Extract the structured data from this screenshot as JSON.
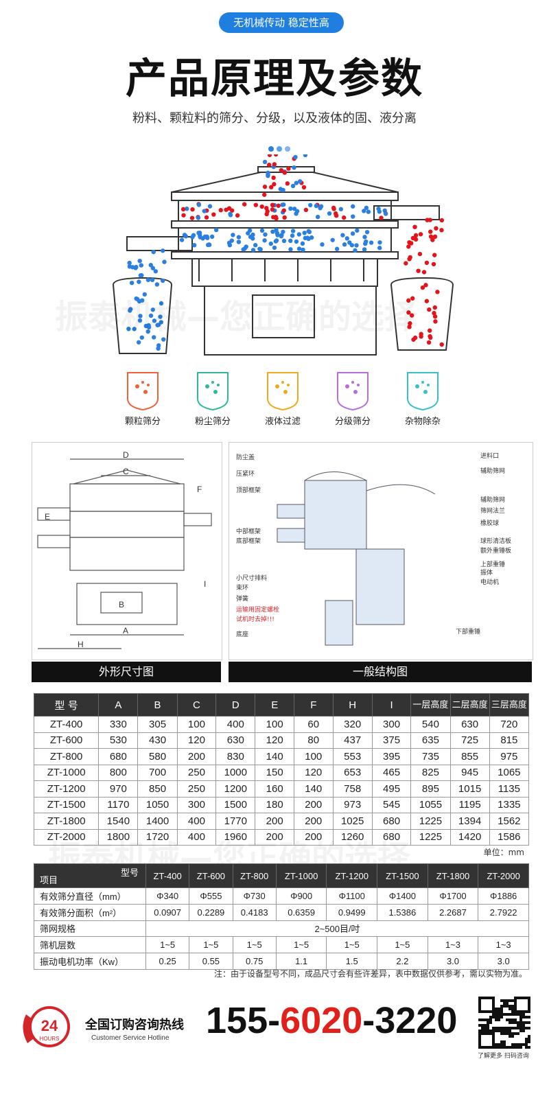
{
  "header": {
    "pill": "无机械传动 稳定性高",
    "title": "产品原理及参数",
    "subtitle": "粉料、颗粒料的筛分、分级，以及液体的固、液分离"
  },
  "watermark": "振泰机械—您正确的选择",
  "colors": {
    "blue": "#2a7fe0",
    "red": "#e3141b",
    "accent": "#1e7fe0"
  },
  "features": [
    {
      "icon": "granule-sieve-icon",
      "label": "颗粒筛分",
      "color": "#f0603a"
    },
    {
      "icon": "dust-sieve-icon",
      "label": "粉尘筛分",
      "color": "#2fb89a"
    },
    {
      "icon": "liquid-filter-icon",
      "label": "液体过滤",
      "color": "#f2a81c"
    },
    {
      "icon": "grading-sieve-icon",
      "label": "分级筛分",
      "color": "#b46ee0"
    },
    {
      "icon": "impurity-removal-icon",
      "label": "杂物除杂",
      "color": "#34c1c8"
    }
  ],
  "diagram_left": {
    "caption": "外形尺寸图",
    "labels": [
      "D",
      "C",
      "F",
      "E",
      "B",
      "A",
      "H",
      "I"
    ]
  },
  "diagram_right": {
    "caption": "一般结构图",
    "left_labels": [
      "防尘盖",
      "压紧环",
      "顶部框架",
      "中部框架",
      "底部框架",
      "小尺寸排料",
      "束环",
      "弹簧",
      "运输用固定螺栓",
      "试机时去掉!!!",
      "底座"
    ],
    "right_labels": [
      "进料口",
      "辅助筛网",
      "辅助筛网",
      "筛网法兰",
      "橡胶球",
      "球形清洁板",
      "额外重锤板",
      "上部重锤",
      "振体",
      "电动机",
      "下部重锤"
    ]
  },
  "dim_table": {
    "headers": [
      "型 号",
      "A",
      "B",
      "C",
      "D",
      "E",
      "F",
      "H",
      "I",
      "一层高度",
      "二层高度",
      "三层高度"
    ],
    "rows": [
      [
        "ZT-400",
        "330",
        "305",
        "100",
        "400",
        "100",
        "60",
        "320",
        "300",
        "540",
        "630",
        "720"
      ],
      [
        "ZT-600",
        "530",
        "430",
        "120",
        "630",
        "120",
        "80",
        "437",
        "375",
        "635",
        "725",
        "815"
      ],
      [
        "ZT-800",
        "680",
        "580",
        "200",
        "830",
        "140",
        "100",
        "553",
        "395",
        "735",
        "855",
        "975"
      ],
      [
        "ZT-1000",
        "800",
        "700",
        "250",
        "1000",
        "150",
        "120",
        "653",
        "465",
        "825",
        "945",
        "1065"
      ],
      [
        "ZT-1200",
        "970",
        "850",
        "250",
        "1200",
        "160",
        "140",
        "758",
        "495",
        "895",
        "1015",
        "1135"
      ],
      [
        "ZT-1500",
        "1170",
        "1050",
        "300",
        "1500",
        "180",
        "200",
        "973",
        "545",
        "1055",
        "1195",
        "1335"
      ],
      [
        "ZT-1800",
        "1540",
        "1400",
        "400",
        "1770",
        "200",
        "200",
        "1025",
        "680",
        "1225",
        "1394",
        "1562"
      ],
      [
        "ZT-2000",
        "1800",
        "1720",
        "400",
        "1960",
        "200",
        "200",
        "1260",
        "680",
        "1225",
        "1420",
        "1586"
      ]
    ],
    "unit": "单位：mm"
  },
  "spec_table": {
    "corner_top": "型号",
    "corner_bottom": "项目",
    "models": [
      "ZT-400",
      "ZT-600",
      "ZT-800",
      "ZT-1000",
      "ZT-1200",
      "ZT-1500",
      "ZT-1800",
      "ZT-2000"
    ],
    "rows": [
      {
        "label": "有效筛分直径（mm）",
        "values": [
          "Φ340",
          "Φ555",
          "Φ730",
          "Φ900",
          "Φ1100",
          "Φ1400",
          "Φ1700",
          "Φ1886"
        ]
      },
      {
        "label": "有效筛分面积（m²）",
        "values": [
          "0.0907",
          "0.2289",
          "0.4183",
          "0.6359",
          "0.9499",
          "1.5386",
          "2.2687",
          "2.7922"
        ]
      },
      {
        "label": "筛网规格",
        "merged": "2~500目/吋"
      },
      {
        "label": "筛机层数",
        "values": [
          "1~5",
          "1~5",
          "1~5",
          "1~5",
          "1~5",
          "1~5",
          "1~3",
          "1~3"
        ]
      },
      {
        "label": "振动电机功率（Kw）",
        "values": [
          "0.25",
          "0.55",
          "0.75",
          "1.1",
          "1.5",
          "2.2",
          "3.0",
          "3.0"
        ]
      }
    ],
    "note": "注：由于设备型号不同，成品尺寸会有些许差异，表中数据仅供参考，需以实物为准。"
  },
  "footer": {
    "badge": "24",
    "badge_sub": "HOURS",
    "hotline_cn": "全国订购咨询热线",
    "hotline_en": "Customer Service Hotline",
    "phone_a": "155-",
    "phone_b": "6020",
    "phone_c": "-3220",
    "qr_caption": "了解更多 扫码咨询"
  }
}
